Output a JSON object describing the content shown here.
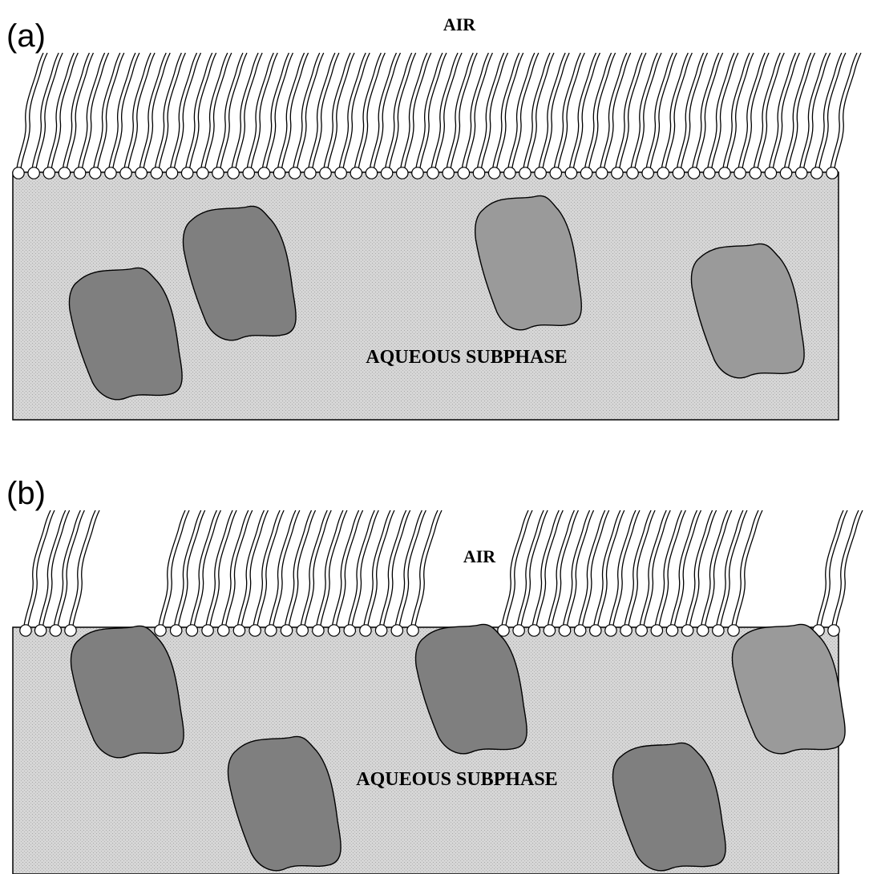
{
  "panels": [
    {
      "label": "(a)",
      "air_label": "AIR",
      "subphase_label": "AQUEOUS SUBPHASE"
    },
    {
      "label": "(b)",
      "air_label": "AIR",
      "subphase_label": "AQUEOUS SUBPHASE"
    }
  ],
  "colors": {
    "subphase_fill": "#d4d4d4",
    "protein_fill_dark": "#7f7f7f",
    "protein_fill_light": "#9a9a9a",
    "lipid_head": "#ffffff",
    "line": "#000000"
  }
}
